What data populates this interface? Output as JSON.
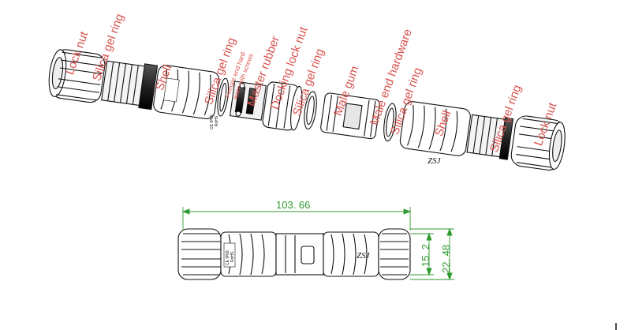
{
  "labels": {
    "lock_nut_left": "Lock nut",
    "silica_gel_ring_1": "Silica gel ring",
    "shell_left": "Shell",
    "silica_gel_ring_2": "Silica gel ring",
    "female_end_hardware_1": "Female end hard-",
    "female_end_hardware_2": "ware with screws",
    "master_rubber": "Master rubber",
    "docking_lock_nut": "Docking lock nut",
    "silica_gel_ring_3": "Silica gel ring",
    "male_gum": "Male gum",
    "male_end_hardware": "Male end hardware",
    "silica_gel_ring_4": "Silica gel ring",
    "shell_right": "Shell",
    "silica_gel_ring_5": "Silica gel ring",
    "lock_nut_right": "Lock nut"
  },
  "dimensions": {
    "length": "103. 66",
    "inner_height": "15. 2",
    "outer_height": "22. 48"
  },
  "markings": {
    "brand": "ZSJ",
    "spec_line": "CE IP68",
    "rohs": "RoHS"
  },
  "colors": {
    "label": "#d9534f",
    "dimension": "#2f9a2f",
    "outline": "#111111"
  }
}
